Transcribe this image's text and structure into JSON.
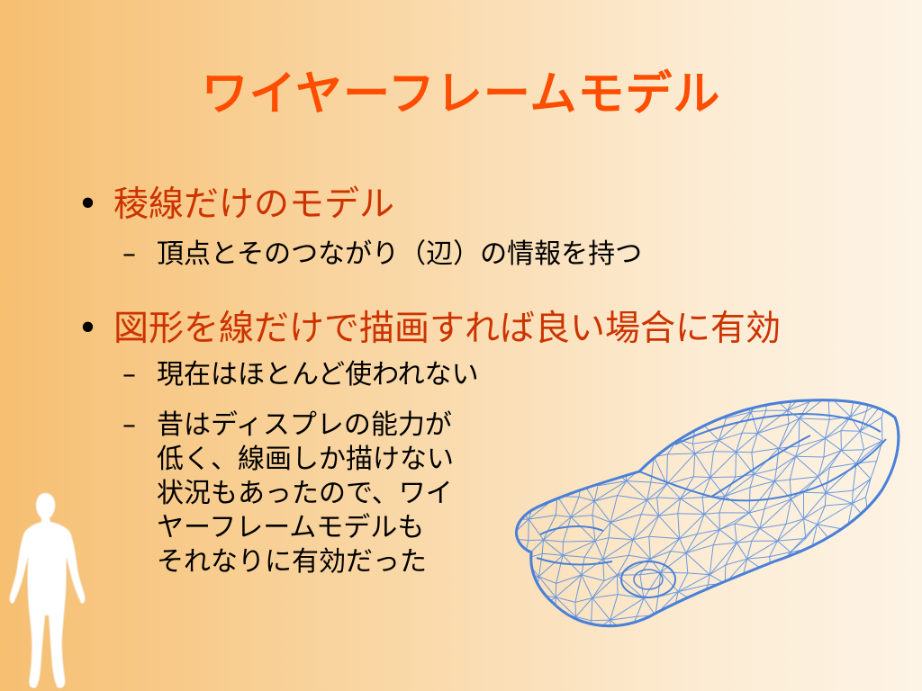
{
  "slide": {
    "title": "ワイヤーフレームモデル",
    "bullets": [
      {
        "text": "稜線だけのモデル",
        "subs": [
          "頂点とそのつながり（辺）の情報を持つ"
        ]
      },
      {
        "text": "図形を線だけで描画すれば良い場合に有効",
        "subs": [
          "現在はほとんど使われない",
          [
            "昔はディスプレの能力が",
            "低く、線画しか描けない",
            "状況もあったので、ワイ",
            "ヤーフレームモデルも",
            "それなりに有効だった"
          ]
        ]
      }
    ],
    "bullet_marker": "•",
    "sub_marker": "–"
  },
  "colors": {
    "title": "#ff4d00",
    "bullet_text": "#cc3300",
    "wireframe": "#5b8fe0"
  }
}
